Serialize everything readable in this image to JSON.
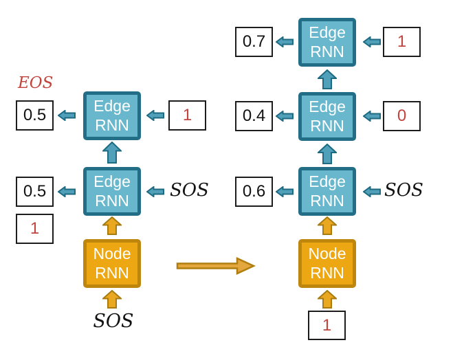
{
  "labels": {
    "edge_line1": "Edge",
    "edge_line2": "RNN",
    "node_line1": "Node",
    "node_line2": "RNN"
  },
  "left_step": {
    "eos": "EOS",
    "edge_top": {
      "output": "0.5",
      "input": "1"
    },
    "edge_bottom": {
      "output": "0.5",
      "input": "SOS",
      "sampled_value": "1"
    },
    "node_input": "SOS"
  },
  "right_step": {
    "edge_top": {
      "output": "0.7",
      "input": "1"
    },
    "edge_mid": {
      "output": "0.4",
      "input": "0"
    },
    "edge_bottom": {
      "output": "0.6",
      "input": "SOS"
    },
    "node_input": "1"
  },
  "colors": {
    "edge_rnn_fill": "#68B7CC",
    "edge_rnn_border": "#226E86",
    "node_rnn_fill": "#EDA713",
    "node_rnn_border": "#BE860D",
    "teal_arrow_fill": "#4FA0B8",
    "teal_arrow_border": "#1D6A82",
    "orange_arrow_fill": "#E9A81F",
    "orange_arrow_border": "#A87B10",
    "transition_arrow_fill": "#E4A73D",
    "red_text": "#C0453F"
  }
}
